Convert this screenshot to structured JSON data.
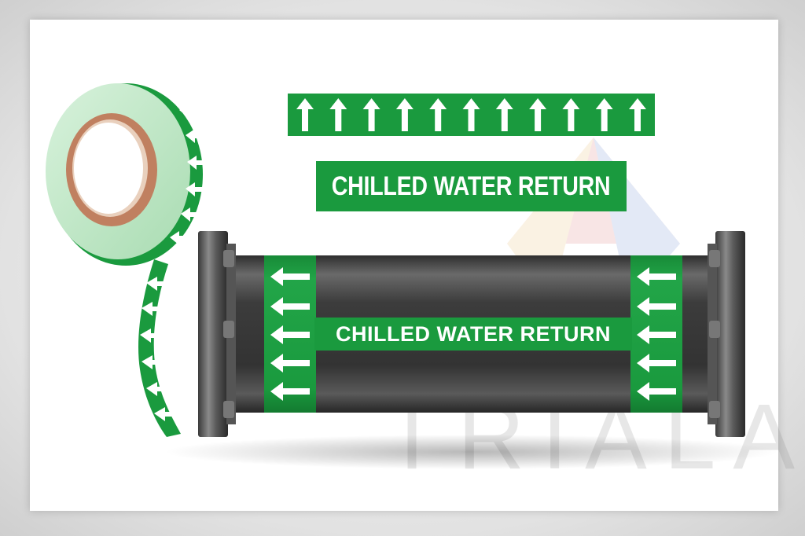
{
  "labels": {
    "marker_title": "CHILLED WATER RETURN",
    "pipe_marker_title": "CHILLED WATER RETURN"
  },
  "watermark": {
    "text": "TRIALA"
  },
  "colors": {
    "marker_green": "#1a9a3e",
    "tape_light_green": "#c9ecd0",
    "pipe_gray": "#4a4a4a",
    "core_brown": "#c08060"
  },
  "icons": {
    "arrow_up": "arrow-up-icon",
    "arrow_left": "arrow-left-icon",
    "arrow_right": "arrow-right-icon"
  }
}
